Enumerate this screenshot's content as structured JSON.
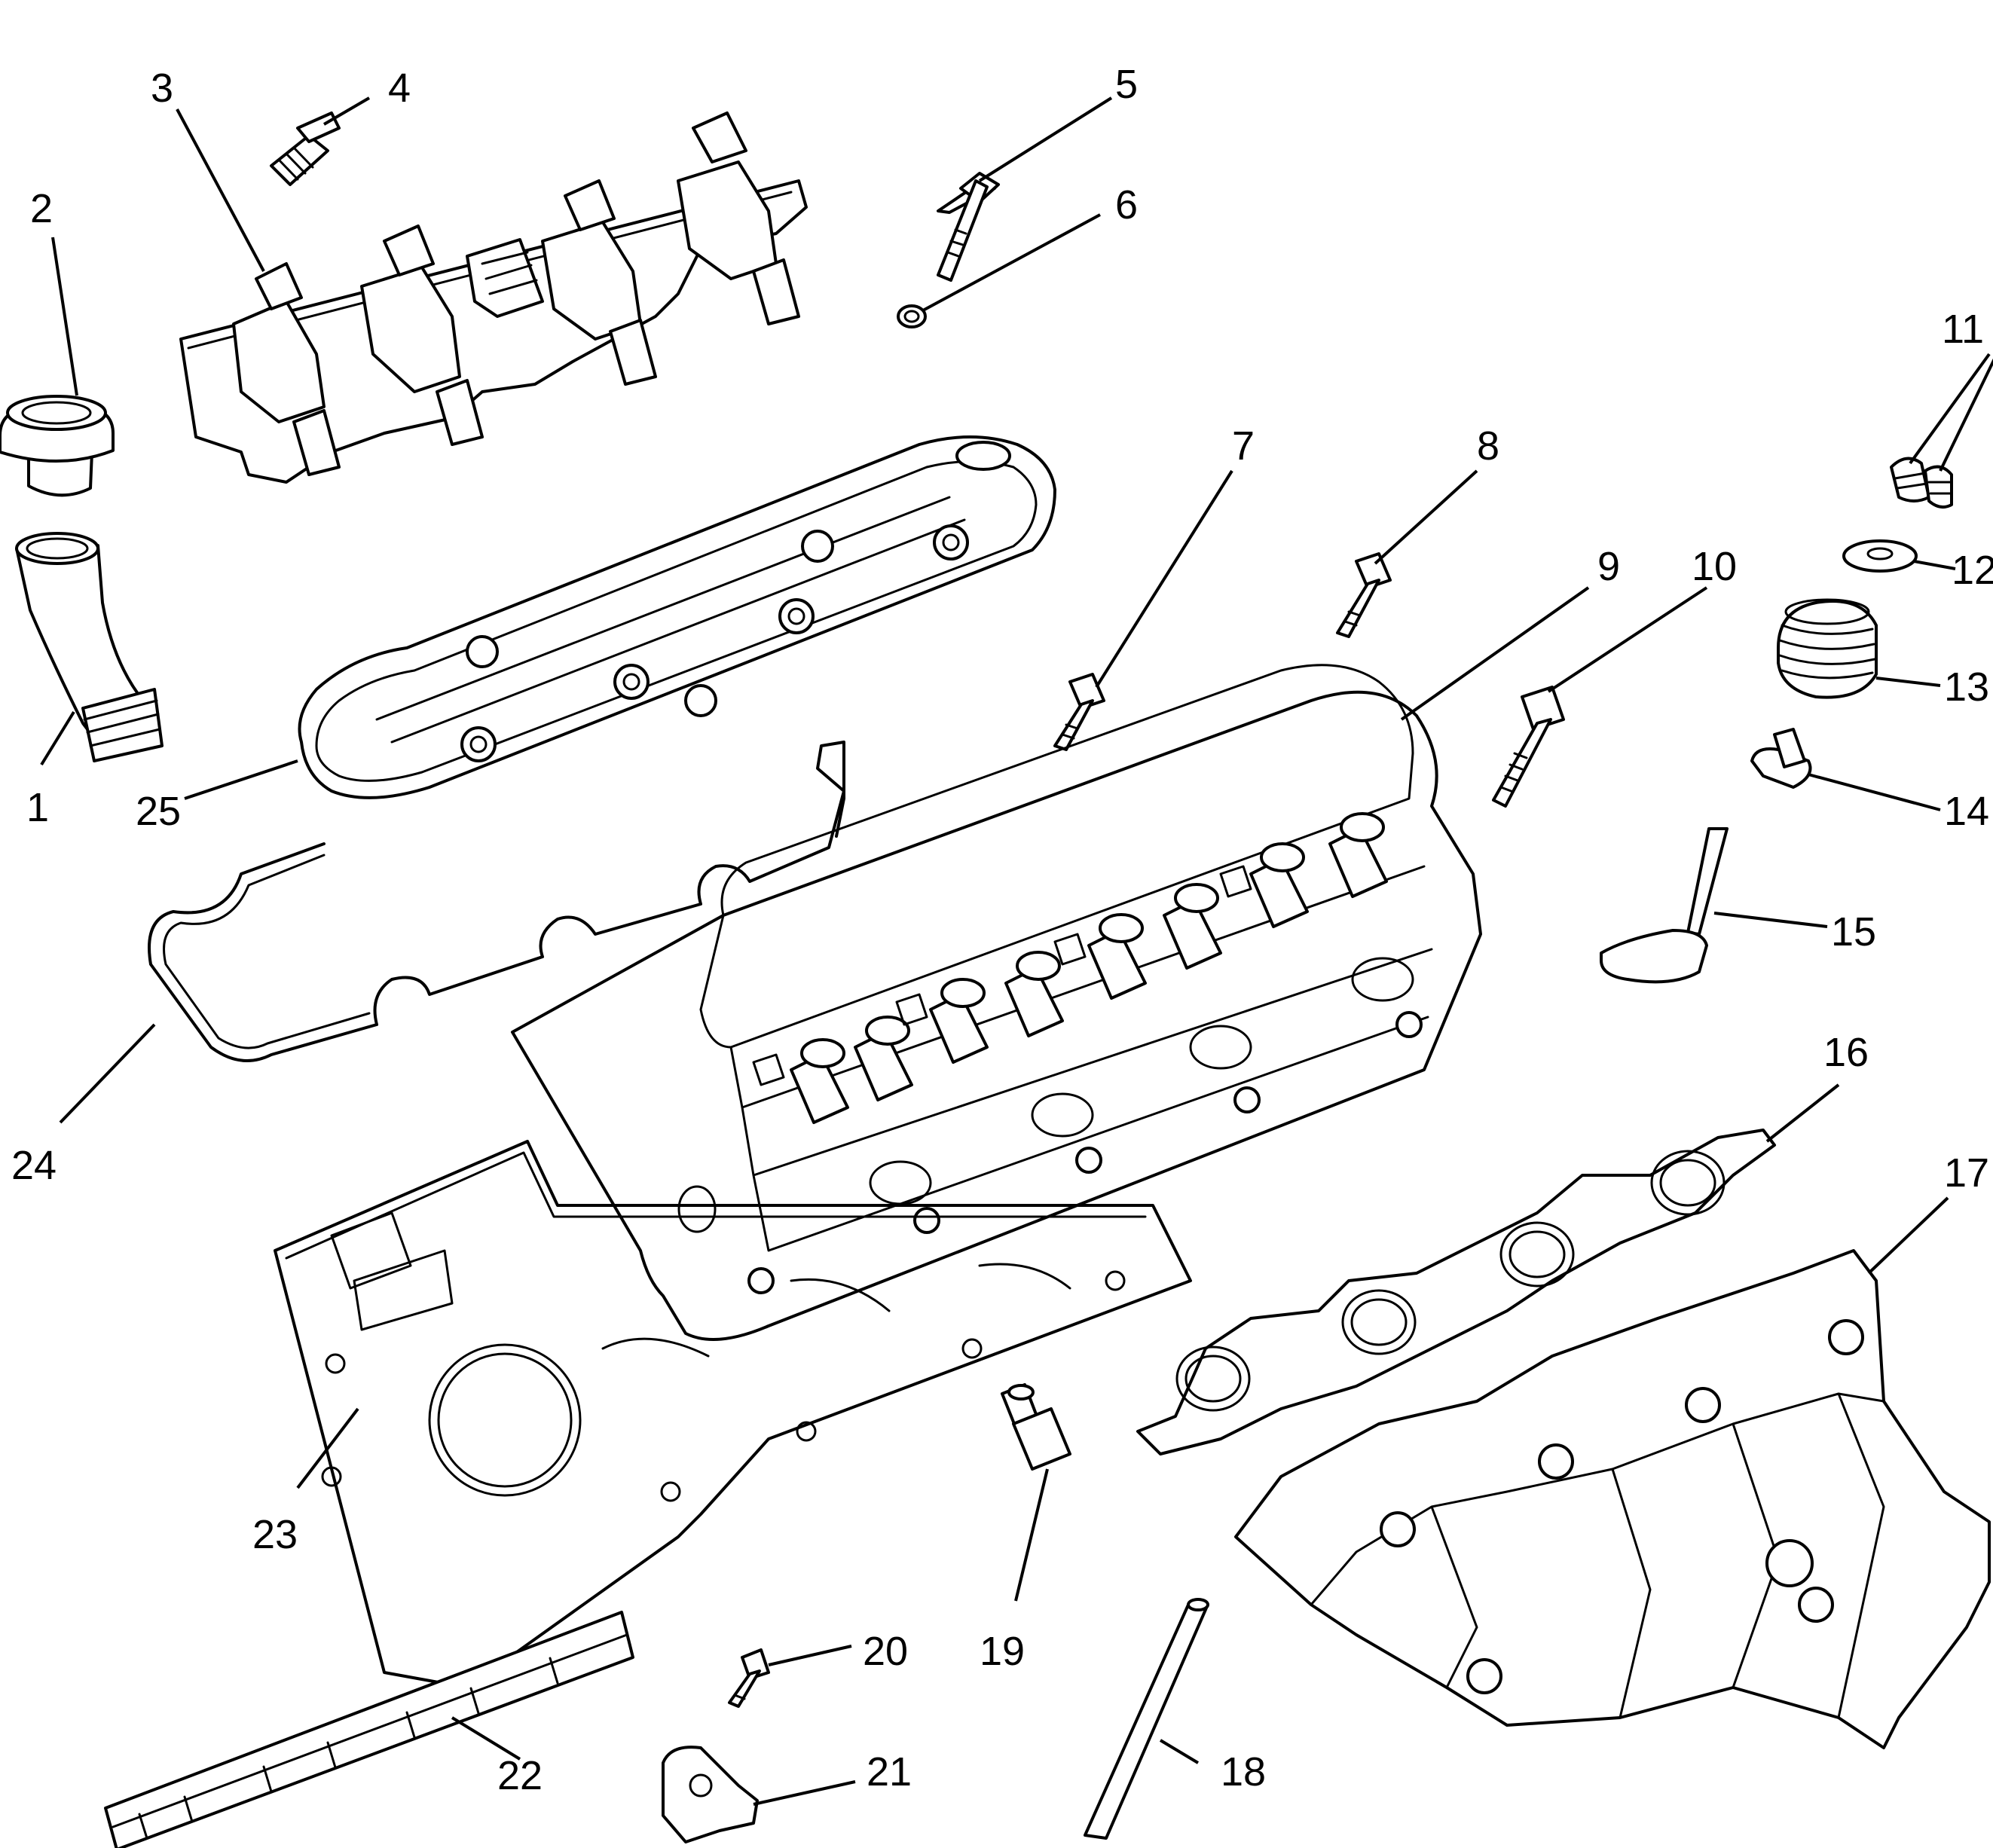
{
  "labels": {
    "c1": "1",
    "c2": "2",
    "c3": "3",
    "c4": "4",
    "c5": "5",
    "c6": "6",
    "c7": "7",
    "c8": "8",
    "c9": "9",
    "c10": "10",
    "c11": "11",
    "c12": "12",
    "c13": "13",
    "c14": "14",
    "c15": "15",
    "c16": "16",
    "c17": "17",
    "c18": "18",
    "c19": "19",
    "c20": "20",
    "c21": "21",
    "c22": "22",
    "c23": "23",
    "c24": "24",
    "c25": "25"
  },
  "colors": {
    "line": "#000000",
    "background": "#ffffff"
  }
}
